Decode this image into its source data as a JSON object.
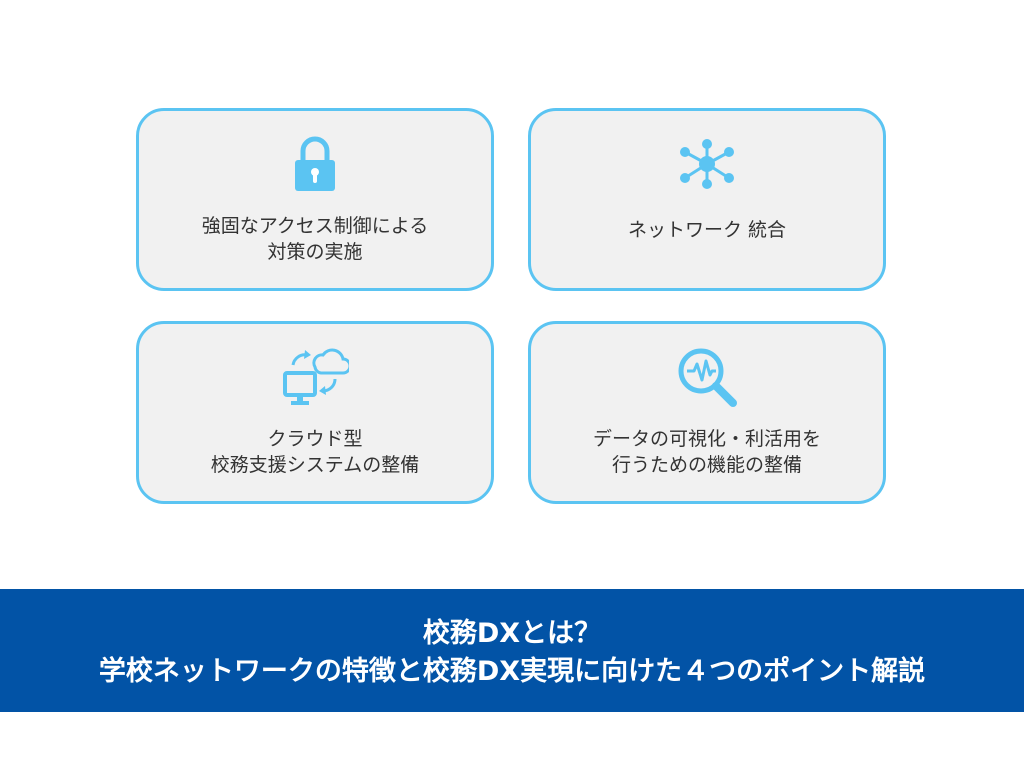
{
  "cards": [
    {
      "icon": "lock-icon",
      "text": "強固なアクセス制御による\n対策の実施"
    },
    {
      "icon": "network-hub-icon",
      "text": "ネットワーク 統合"
    },
    {
      "icon": "cloud-sync-monitor-icon",
      "text": "クラウド型\n校務支援システムの整備"
    },
    {
      "icon": "magnifier-pulse-icon",
      "text": "データの可視化・利活用を\n行うための機能の整備"
    }
  ],
  "banner": {
    "line1": "校務DXとは？",
    "line2": "学校ネットワークの特徴と校務DX実現に向けた４つのポイント解説"
  },
  "colors": {
    "card_border": "#5bc4f2",
    "card_bg": "#f1f1f1",
    "icon": "#5bc4f2",
    "banner_bg": "#0253a6",
    "text": "#333333"
  }
}
